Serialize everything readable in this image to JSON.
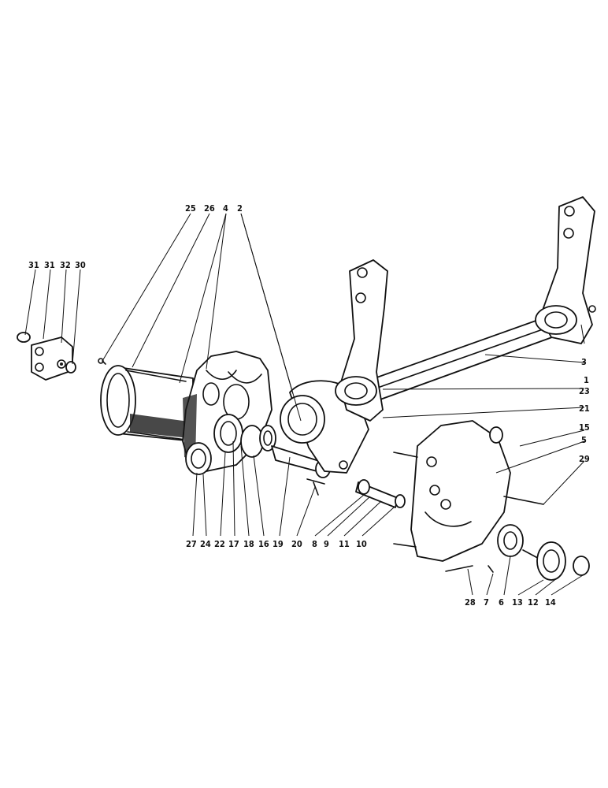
{
  "callouts": {
    "l1": "1",
    "l2": "2",
    "l3": "3",
    "l4": "4",
    "l5": "5",
    "l6": "6",
    "l7": "7",
    "l8": "8",
    "l9": "9",
    "l10": "10",
    "l11": "11",
    "l12": "12",
    "l13": "13",
    "l14": "14",
    "l15": "15",
    "l16": "16",
    "l17": "17",
    "l18": "18",
    "l19": "19",
    "l20": "20",
    "l21": "21",
    "l22": "22",
    "l23": "23",
    "l24": "24",
    "l25": "25",
    "l26": "26",
    "l27": "27",
    "l28": "28",
    "l29": "29",
    "l30": "30",
    "l31a": "31",
    "l31b": "31",
    "l32": "32"
  }
}
